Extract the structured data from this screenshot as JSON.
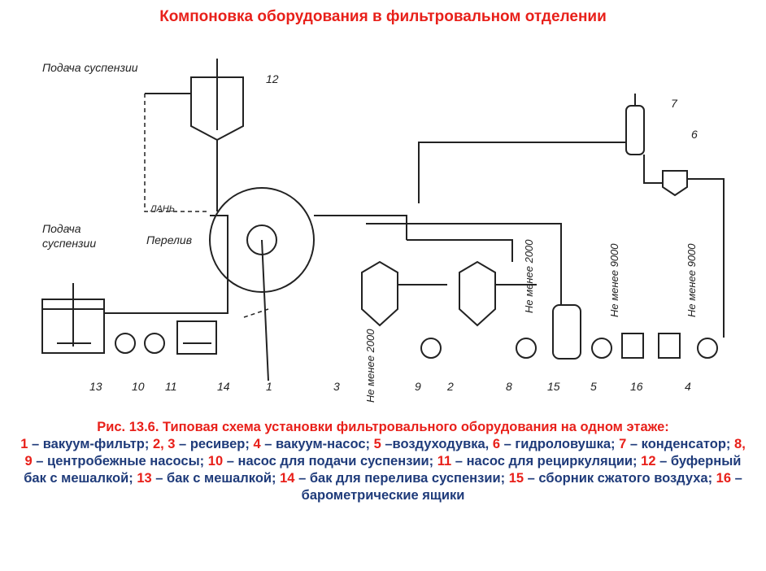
{
  "title": "Компоновка оборудования в фильтровальном отделении",
  "diagram": {
    "labels": {
      "feed_top": "Подача суспензии",
      "feed_left_1": "Подача",
      "feed_left_2": "суспензии",
      "overflow": "Перелив",
      "min_2000_a": "Не менее 2000",
      "min_2000_b": "Не менее 2000",
      "min_9000_a": "Не менее 9000",
      "min_9000_b": "Не менее 9000",
      "watermark": "ЛАНЬ"
    },
    "numbers": [
      "13",
      "10",
      "11",
      "14",
      "1",
      "3",
      "9",
      "2",
      "8",
      "15",
      "5",
      "16",
      "4",
      "12",
      "7",
      "6"
    ]
  },
  "caption": {
    "heading": "Рис. 13.6. Типовая схема установки фильтровального оборудования  на одном этаже:",
    "items": [
      {
        "num": "1",
        "text": " – вакуум-фильтр; "
      },
      {
        "num": "2, 3",
        "text": " – ресивер; "
      },
      {
        "num": "4",
        "text": " – вакуум-насос; "
      },
      {
        "num": "5",
        "text": " –воздуходувка,  "
      },
      {
        "num": "6",
        "text": " – гидроловушка; "
      },
      {
        "num": "7",
        "text": " – конденсатор; "
      },
      {
        "num": "8, 9",
        "text": " – центробежные насосы; "
      },
      {
        "num": "10",
        "text": " – насос для подачи суспензии; "
      },
      {
        "num": "11",
        "text": " – насос для рециркуляции; "
      },
      {
        "num": "12",
        "text": " – буферный бак  с мешалкой; "
      },
      {
        "num": "13",
        "text": " – бак с мешалкой; "
      },
      {
        "num": "14",
        "text": " – бак для перелива суспензии;  "
      },
      {
        "num": "15",
        "text": " – сборник сжатого воздуха; "
      },
      {
        "num": "16",
        "text": " – барометрические ящики"
      }
    ]
  }
}
